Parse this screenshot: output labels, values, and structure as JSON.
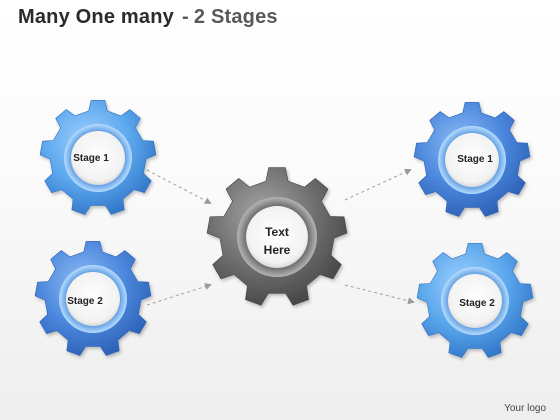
{
  "title": {
    "main": "Many One many",
    "sub": "2 Stages"
  },
  "gears": {
    "left_top": {
      "label": "Stage 1",
      "color": "#5aa6ec"
    },
    "left_bottom": {
      "label": "Stage 2",
      "color": "#4f8fdc"
    },
    "center": {
      "line1": "Text",
      "line2": "Here",
      "color": "#6b6b6b"
    },
    "right_top": {
      "label": "Stage 1",
      "color": "#4a86dc"
    },
    "right_bottom": {
      "label": "Stage 2",
      "color": "#5aa6ec"
    }
  },
  "footer": {
    "logo_text": "Your logo"
  }
}
